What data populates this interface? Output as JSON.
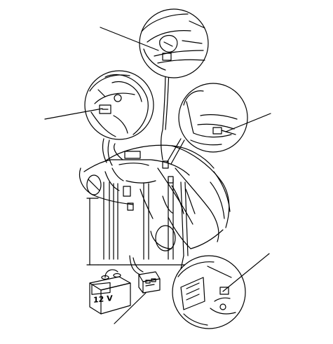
{
  "battery": {
    "label": "12 V"
  },
  "callouts": [
    {
      "id": "callout-top",
      "name": "callout-line-top-left"
    },
    {
      "id": "callout-left",
      "name": "callout-line-left"
    },
    {
      "id": "callout-right",
      "name": "callout-line-right"
    },
    {
      "id": "callout-bottom-right",
      "name": "callout-line-bottom-right"
    },
    {
      "id": "callout-bottom",
      "name": "callout-line-bottom"
    }
  ],
  "colors": {
    "stroke": "#000000",
    "background": "#ffffff"
  }
}
